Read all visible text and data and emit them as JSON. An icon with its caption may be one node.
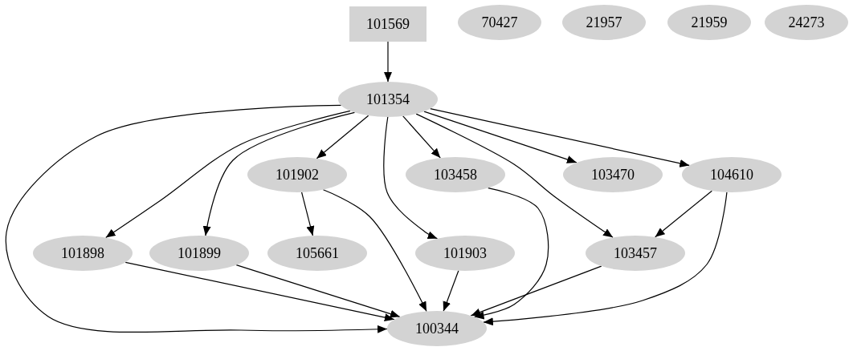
{
  "diagram": {
    "nodes": [
      {
        "text": [
          "101569"
        ]
      },
      {
        "text": [
          "70427"
        ]
      },
      {
        "text": [
          "21957"
        ]
      },
      {
        "text": [
          "21959"
        ]
      },
      {
        "text": [
          "24273"
        ]
      },
      {
        "text": [
          "101354"
        ]
      },
      {
        "text": [
          "101902"
        ]
      },
      {
        "text": [
          "103458"
        ]
      },
      {
        "text": [
          "103470"
        ]
      },
      {
        "text": [
          "104610"
        ]
      },
      {
        "text": [
          "101898"
        ]
      },
      {
        "text": [
          "101899"
        ]
      },
      {
        "text": [
          "105661"
        ]
      },
      {
        "text": [
          "101903"
        ]
      },
      {
        "text": [
          "103457"
        ]
      },
      {
        "text": [
          "100344"
        ]
      }
    ],
    "edges": [
      {
        "from": 0,
        "to": 5,
        "arrow": "to"
      },
      {
        "from": 5,
        "to": 15,
        "arrow": "to"
      },
      {
        "from": 5,
        "to": 10,
        "arrow": "to"
      },
      {
        "from": 5,
        "to": 11,
        "arrow": "to"
      },
      {
        "from": 5,
        "to": 6,
        "arrow": "to"
      },
      {
        "from": 5,
        "to": 13,
        "arrow": "to"
      },
      {
        "from": 5,
        "to": 7,
        "arrow": "to"
      },
      {
        "from": 5,
        "to": 14,
        "arrow": "to"
      },
      {
        "from": 5,
        "to": 8,
        "arrow": "to"
      },
      {
        "from": 5,
        "to": 9,
        "arrow": "to"
      },
      {
        "from": 6,
        "to": 12,
        "arrow": "to"
      },
      {
        "from": 6,
        "to": 15,
        "arrow": "to"
      },
      {
        "from": 7,
        "to": 15,
        "arrow": "to"
      },
      {
        "from": 9,
        "to": 14,
        "arrow": "to"
      },
      {
        "from": 9,
        "to": 15,
        "arrow": "to"
      },
      {
        "from": 10,
        "to": 15,
        "arrow": "to"
      },
      {
        "from": 11,
        "to": 15,
        "arrow": "to"
      },
      {
        "from": 13,
        "to": 15,
        "arrow": "to"
      },
      {
        "from": 14,
        "to": 15,
        "arrow": "to"
      }
    ]
  }
}
